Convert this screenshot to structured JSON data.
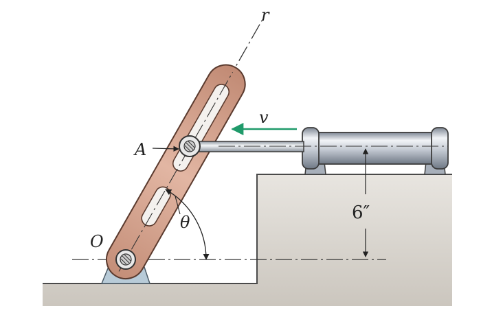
{
  "labels": {
    "r_axis": "r",
    "velocity": "v",
    "point_a": "A",
    "origin": "O",
    "angle": "θ",
    "height": "6″"
  },
  "colors": {
    "link_fill": "#d6a58f",
    "link_stroke": "#5a3a2e",
    "slot_fill": "#f4f1ee",
    "ground_fill": "#d9d5ce",
    "ground_stroke": "#4a4a4a",
    "support_fill": "#b8cbd8",
    "cylinder_fill": "#c9cfd8",
    "cylinder_stroke": "#3c3c3c",
    "velocity_arrow": "#1f9a6a",
    "centerline": "#333333"
  }
}
